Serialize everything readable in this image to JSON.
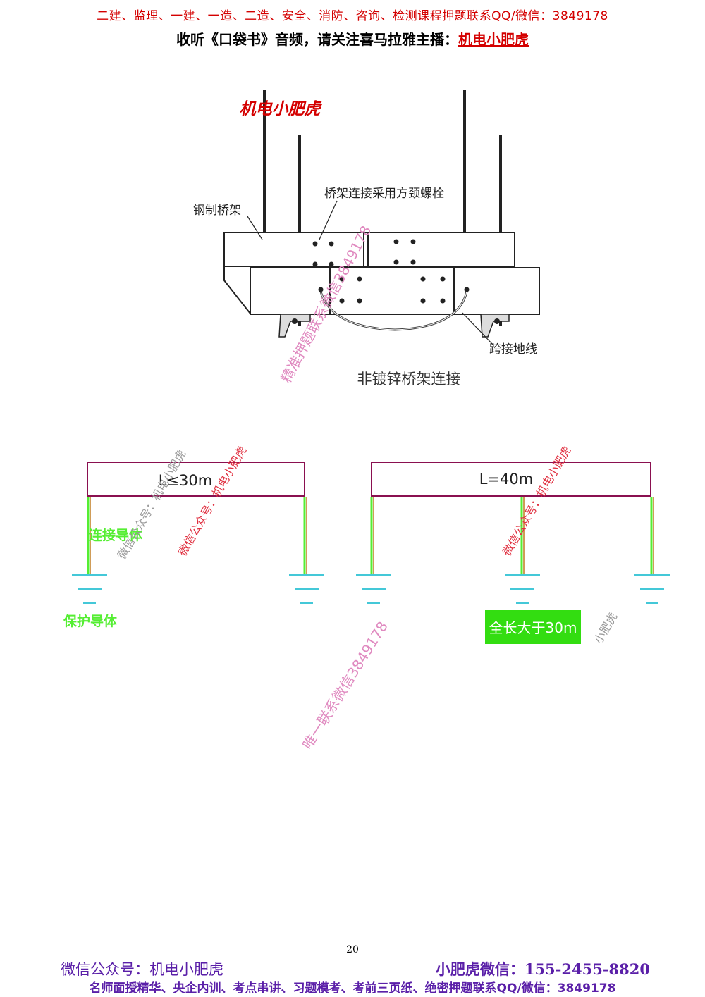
{
  "header": {
    "promo_line": "二建、监理、一建、一造、二造、安全、消防、咨询、检测课程押题联系QQ/微信：3849178",
    "subtitle_prefix": "收听《口袋书》音频，请关注喜马拉雅主播：",
    "host_name": "机电小肥虎"
  },
  "figure1": {
    "logo": "机电小肥虎",
    "label_steel_tray": "钢制桥架",
    "label_bolts": "桥架连接采用方颈螺栓",
    "label_jumper": "跨接地线",
    "caption": "非镀锌桥架连接",
    "watermark": "精准押题联系微信3849178"
  },
  "figure2": {
    "left_span": "L≤30m",
    "right_span": "L=40m",
    "label_connect": "连接导体",
    "label_protect": "保护导体",
    "badge": "全长大于30m",
    "wm_public_1": "微信公众号：机电小肥虎",
    "wm_public_2": "微信公众号：机电小肥虎",
    "wm_gray_1": "微信公众号：机电小肥虎",
    "wm_gray_2": "小肥虎",
    "wm_contact": "唯一联系微信3849178"
  },
  "page_number": "20",
  "footer": {
    "left": "微信公众号：机电小肥虎",
    "right": "小肥虎微信：155-2455-8820",
    "line2": "名师面授精华、央企内训、考点串讲、习题模考、考前三页纸、绝密押题联系QQ/微信：3849178"
  },
  "colors": {
    "red": "#d40000",
    "purple": "#5a1fa8",
    "green": "#55ee33",
    "badge_bg": "#33dd11",
    "ground_cyan": "#44c8d8",
    "frame_magenta": "#8a1050"
  }
}
